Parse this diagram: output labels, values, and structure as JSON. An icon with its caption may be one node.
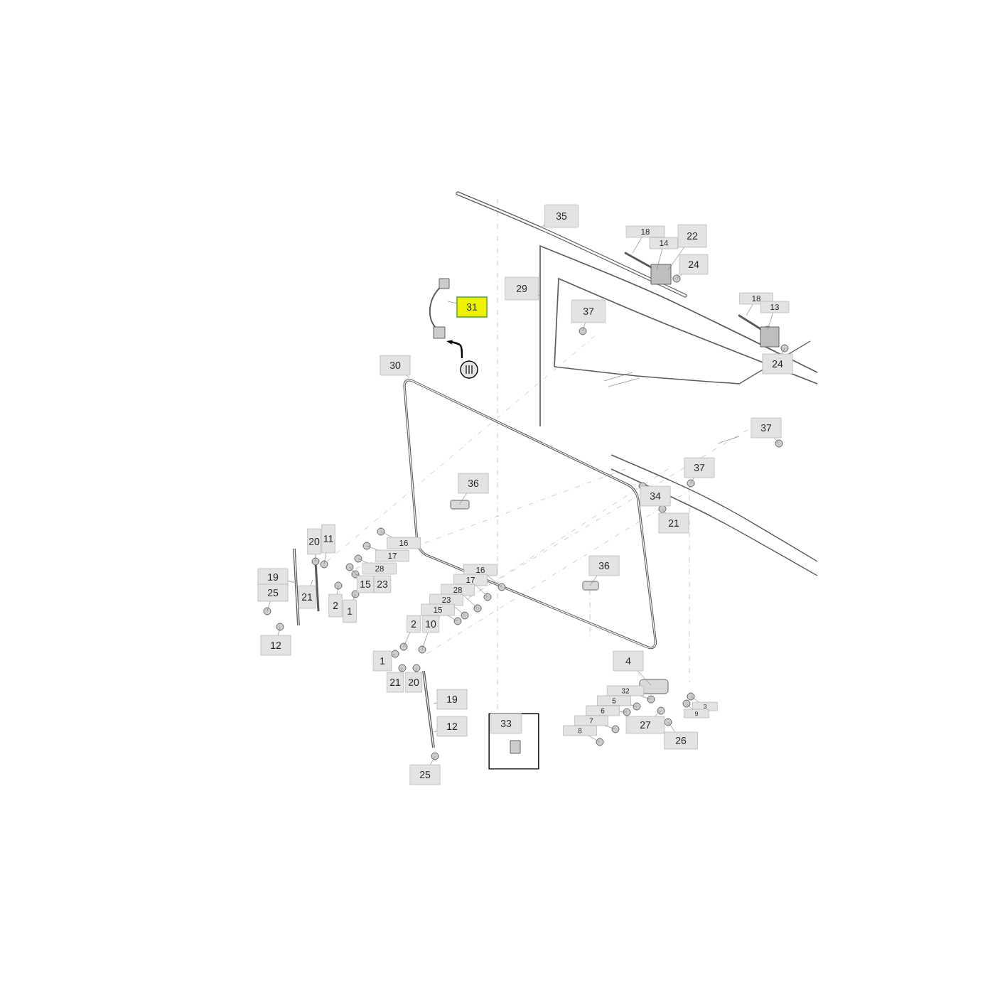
{
  "diagram": {
    "nodes": [
      {
        "text": [
          "33"
        ]
      }
    ],
    "labels": [
      "35",
      "18",
      "14",
      "22",
      "24",
      "29",
      "31",
      "37",
      "18",
      "13",
      "30",
      "24",
      "37",
      "37",
      "36",
      "34",
      "21",
      "20",
      "11",
      "16",
      "17",
      "28",
      "15",
      "23",
      "19",
      "25",
      "21",
      "2",
      "1",
      "12",
      "36",
      "16",
      "17",
      "28",
      "23",
      "15",
      "2",
      "10",
      "1",
      "21",
      "20",
      "19",
      "12",
      "25",
      "4",
      "32",
      "5",
      "6",
      "7",
      "8",
      "3",
      "9",
      "27",
      "26"
    ]
  }
}
